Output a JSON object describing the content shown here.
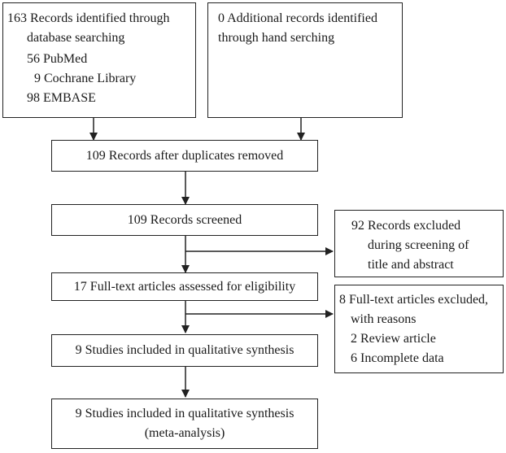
{
  "boxes": {
    "identified": {
      "line1": "163 Records identified through",
      "line2": "database searching",
      "line3": "56 PubMed",
      "line4": "9 Cochrane Library",
      "line5": "98 EMBASE"
    },
    "additional": {
      "line1": "0 Additional records identified",
      "line2": "through hand serching"
    },
    "duplicates": {
      "line1": "109 Records after duplicates removed"
    },
    "screened": {
      "line1": "109 Records screened"
    },
    "excluded_screening": {
      "line1": "92 Records excluded",
      "line2": "during screening of",
      "line3": "title and abstract"
    },
    "fulltext": {
      "line1": "17 Full-text articles assessed for eligibility"
    },
    "excluded_fulltext": {
      "line1": "8 Full-text articles excluded,",
      "line2": "with reasons",
      "line3": "2 Review article",
      "line4": "6 Incomplete data"
    },
    "qualitative": {
      "line1": "9 Studies included in qualitative synthesis"
    },
    "meta": {
      "line1": "9 Studies included in qualitative synthesis",
      "line2": "(meta-analysis)"
    }
  }
}
